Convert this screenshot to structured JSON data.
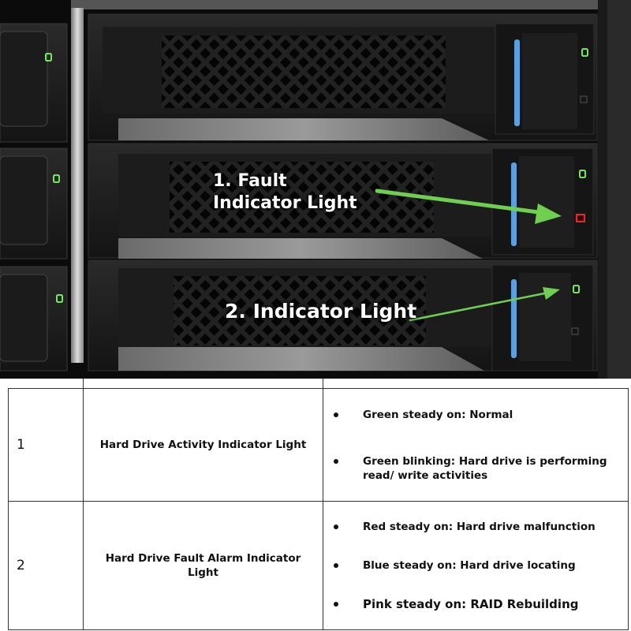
{
  "image": {
    "description": "server chassis with three hot-swap drive trays",
    "callouts": [
      {
        "text": "1. Fault Indicator Light"
      },
      {
        "text": "2. Indicator Light"
      }
    ],
    "colors": {
      "activity_led": "#7dff5a",
      "fault_led": "#ff2a2a",
      "arrow": "#6fcf4f",
      "tray_accent": "#5aa0e0"
    }
  },
  "table": {
    "rows": [
      {
        "number": "1",
        "name": "Hard Drive Activity Indicator Light",
        "states": [
          "Green steady on: Normal",
          "Green blinking: Hard drive is performing read/ write activities"
        ]
      },
      {
        "number": "2",
        "name": "Hard Drive Fault Alarm Indicator Light",
        "states": [
          "Red steady on: Hard drive malfunction",
          "Blue steady on: Hard drive locating",
          "Pink steady on: RAID Rebuilding"
        ]
      }
    ]
  }
}
